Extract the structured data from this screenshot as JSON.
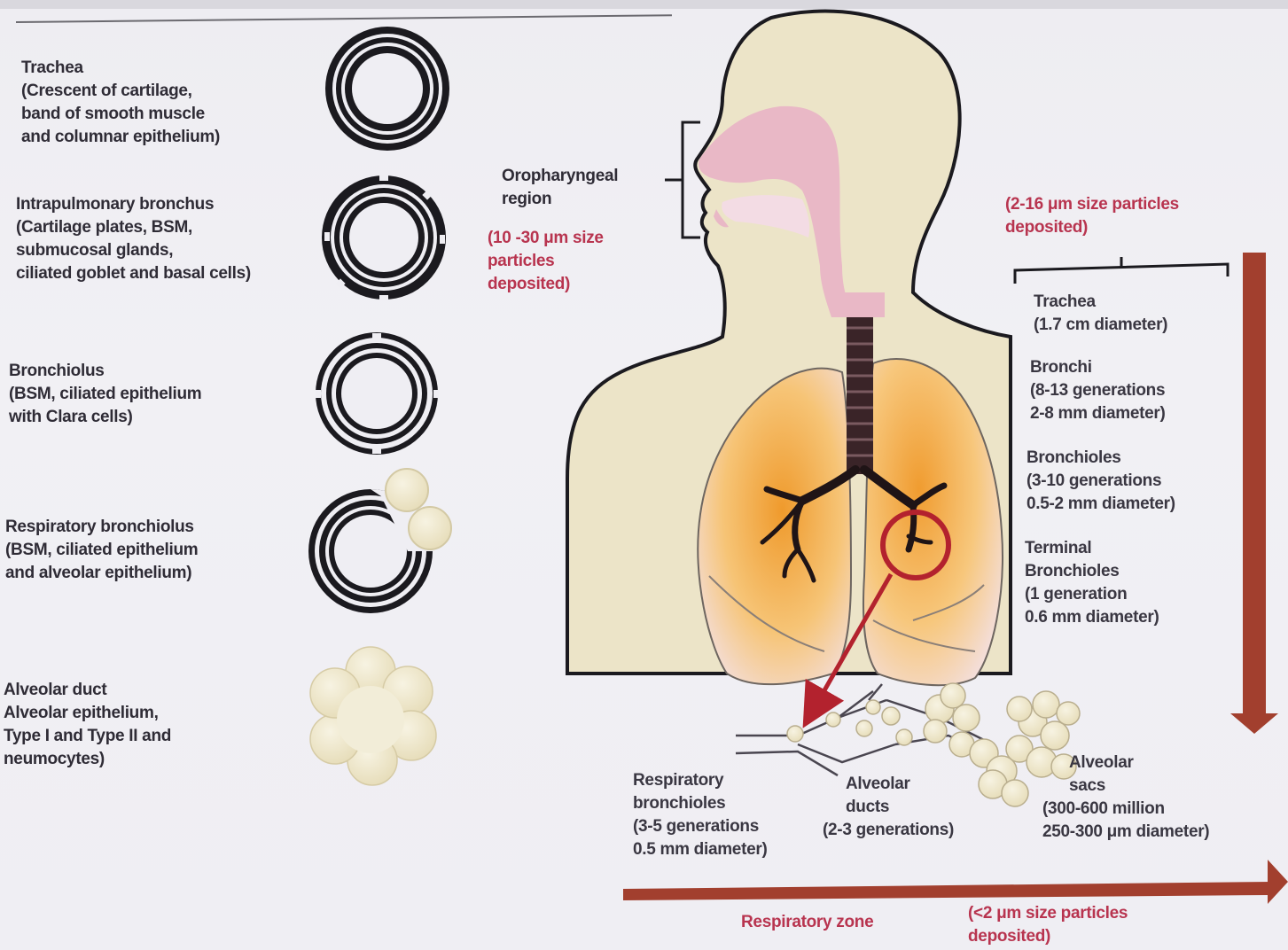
{
  "airway_sections": [
    {
      "title": "Trachea",
      "lines": [
        "(Crescent of cartilage,",
        "band of smooth muscle",
        "and columnar epithelium)"
      ]
    },
    {
      "title": "Intrapulmonary bronchus",
      "lines": [
        "(Cartilage plates, BSM,",
        "submucosal glands,",
        "ciliated goblet and basal cells)"
      ]
    },
    {
      "title": "Bronchiolus",
      "lines": [
        "(BSM, ciliated epithelium",
        "with Clara cells)"
      ]
    },
    {
      "title": "Respiratory bronchiolus",
      "lines": [
        "(BSM, ciliated epithelium",
        "and alveolar epithelium)"
      ]
    },
    {
      "title": "Alveolar duct",
      "lines": [
        "Alveolar epithelium,",
        "Type I and Type II and",
        "neumocytes)"
      ]
    }
  ],
  "oropharyngeal": {
    "title": "Oropharyngeal",
    "title2": "region",
    "deposit": [
      "(10 -30 μm size",
      "particles",
      "deposited)"
    ]
  },
  "conducting": {
    "deposit": [
      "(2-16 μm size particles",
      "deposited)"
    ],
    "items": [
      {
        "title": "Trachea",
        "lines": [
          "(1.7 cm diameter)"
        ]
      },
      {
        "title": "Bronchi",
        "lines": [
          "(8-13 generations",
          "2-8 mm diameter)"
        ]
      },
      {
        "title": "Bronchioles",
        "lines": [
          "(3-10 generations",
          "0.5-2 mm diameter)"
        ]
      },
      {
        "title": "Terminal",
        "lines": [
          "Bronchioles",
          "(1 generation",
          "0.6 mm diameter)"
        ]
      }
    ]
  },
  "respiratory": {
    "resp_bronchioles": [
      "Respiratory",
      "bronchioles",
      "(3-5 generations",
      "0.5 mm diameter)"
    ],
    "alveolar_ducts": [
      "Alveolar",
      "ducts",
      "(2-3 generations)"
    ],
    "alveolar_sacs": [
      "Alveolar",
      "sacs",
      "(300-600 million",
      "250-300 μm diameter)"
    ],
    "zone_label": "Respiratory zone",
    "zone_deposit": [
      "(<2 μm size particles",
      "deposited)"
    ]
  },
  "colors": {
    "arrow": "#a23f2e",
    "highlight_circle": "#b3222e",
    "nasal": "#e9b8c6",
    "skin": "#ece4c8",
    "lung_core": "#f0a63a",
    "lung_edge": "#f4e0e6",
    "deposit_text": "#b8344f"
  }
}
